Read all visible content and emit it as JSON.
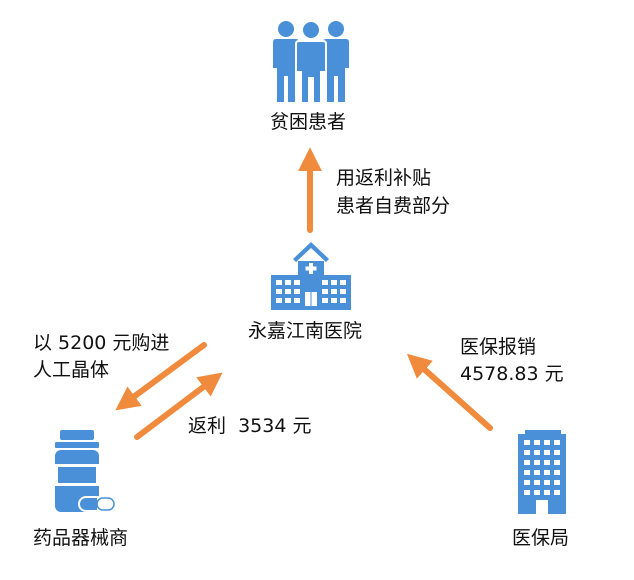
{
  "nodes": {
    "patients": {
      "label": "贫困患者",
      "icon": "people-icon"
    },
    "hospital": {
      "label": "永嘉江南医院",
      "icon": "hospital-icon"
    },
    "supplier": {
      "label": "药品器械商",
      "icon": "medicine-bottle-icon"
    },
    "insurance": {
      "label": "医保局",
      "icon": "office-building-icon"
    }
  },
  "flows": {
    "hospital_to_patients": {
      "line1": "用返利补贴",
      "line2": "患者自费部分"
    },
    "hospital_to_supplier": {
      "line1": "以 5200 元购进",
      "line2": "人工晶体"
    },
    "supplier_to_hospital": {
      "text": "返利  3534 元"
    },
    "insurance_to_hospital": {
      "line1": "医保报销",
      "line2": "4578.83 元"
    }
  },
  "colors": {
    "icon_blue": "#4a90d9",
    "arrow_orange": "#f08a3c"
  }
}
